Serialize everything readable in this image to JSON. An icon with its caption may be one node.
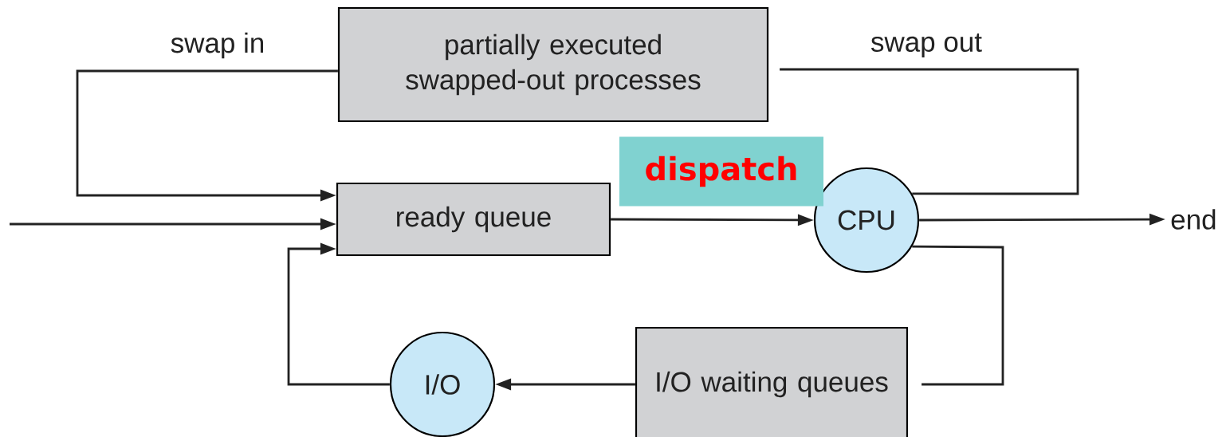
{
  "diagram": {
    "nodes": [
      {
        "text": [
          "partially executed swapped-out processes"
        ]
      },
      {
        "text": [
          "ready queue"
        ]
      },
      {
        "text": [
          "CPU"
        ]
      },
      {
        "text": [
          "I/O waiting queues"
        ]
      },
      {
        "text": [
          "I/O"
        ]
      },
      {
        "text": [
          "end"
        ]
      },
      {
        "text": [
          "dispatch"
        ]
      }
    ],
    "edges": [
      {
        "from": 0,
        "to": 1,
        "arrow": "to",
        "label": "swap in"
      },
      {
        "from": null,
        "to": 1,
        "arrow": "to"
      },
      {
        "from": 4,
        "to": 1,
        "arrow": "to"
      },
      {
        "from": 1,
        "to": 2,
        "arrow": "to"
      },
      {
        "from": 2,
        "to": 0,
        "arrow": "none",
        "label": "swap out"
      },
      {
        "from": 2,
        "to": 5,
        "arrow": "to"
      },
      {
        "from": 2,
        "to": 3,
        "arrow": "none"
      },
      {
        "from": 3,
        "to": 4,
        "arrow": "to"
      }
    ]
  }
}
